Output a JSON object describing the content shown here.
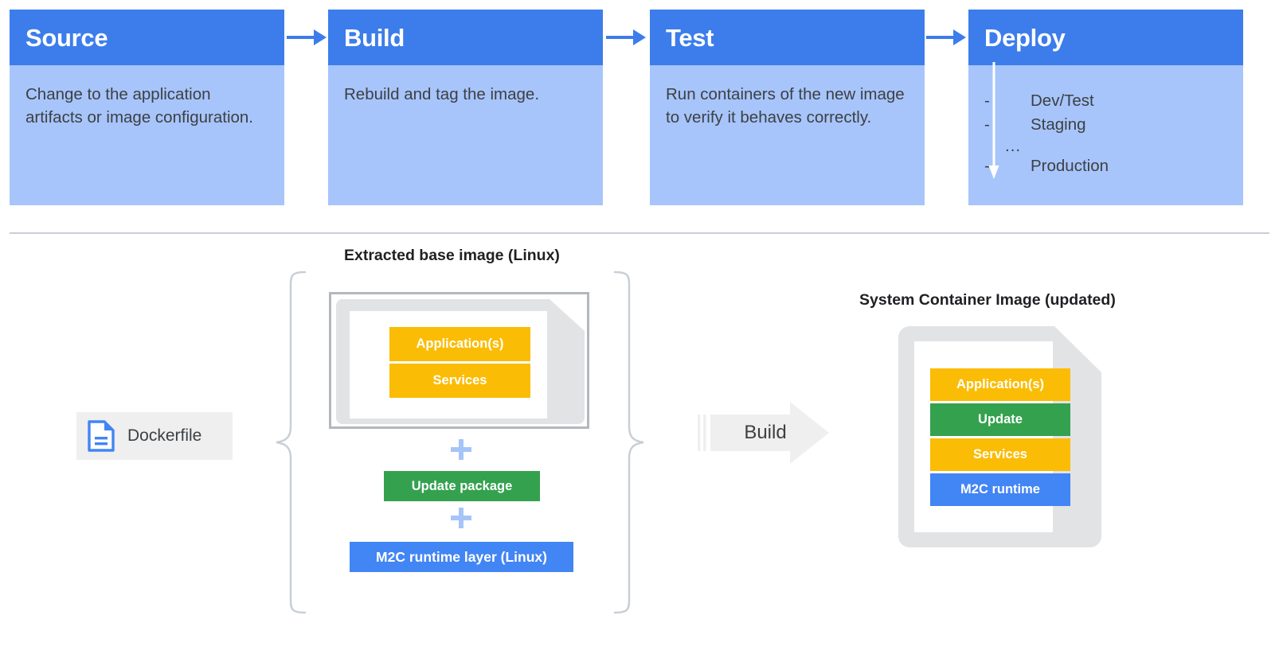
{
  "palette": {
    "header_blue": "#3C7DEB",
    "body_blue": "#A7C5FB",
    "amber": "#FBBC05",
    "green": "#34A14F",
    "blue": "#4285F4",
    "plus_blue": "#A5C4FA",
    "gray_line": "#C9CFD6",
    "doc_gray": "#E2E3E5",
    "chip_gray": "#EFEFEF",
    "text_dark": "#3D4043",
    "arrow_gray": "#EFEFEF"
  },
  "pipeline": {
    "stages": [
      {
        "title": "Source",
        "body": "Change to the application artifacts or image configuration.",
        "type": "text"
      },
      {
        "title": "Build",
        "body": "Rebuild and tag the image.",
        "type": "text"
      },
      {
        "title": "Test",
        "body": "Run containers of the new image to verify it behaves correctly.",
        "type": "text"
      },
      {
        "title": "Deploy",
        "type": "list",
        "items": [
          "Dev/Test",
          "Staging",
          "Production"
        ],
        "dash": "-",
        "ellipsis": "...",
        "arrow_icon": "down-arrow-icon"
      }
    ],
    "connector_icon": "right-arrow-icon"
  },
  "build_flow": {
    "base_label": "Extracted base image (Linux)",
    "output_label": "System Container Image (updated)",
    "dockerfile": {
      "label": "Dockerfile",
      "icon": "document-icon"
    },
    "base_layers": [
      {
        "label": "Application(s)",
        "color": "amber"
      },
      {
        "label": "Services",
        "color": "amber"
      }
    ],
    "plus_symbol": "+",
    "update_package": {
      "label": "Update package",
      "color": "green"
    },
    "m2c_layer": {
      "label": "M2C runtime layer (Linux)",
      "color": "blue"
    },
    "build_arrow": {
      "label": "Build",
      "icon": "block-arrow-right-icon"
    },
    "output_layers": [
      {
        "label": "Application(s)",
        "color": "amber"
      },
      {
        "label": "Update",
        "color": "green"
      },
      {
        "label": "Services",
        "color": "amber"
      },
      {
        "label": "M2C runtime",
        "color": "blue"
      }
    ],
    "brace_left_icon": "curly-brace-left-icon",
    "brace_right_icon": "curly-brace-right-icon"
  }
}
